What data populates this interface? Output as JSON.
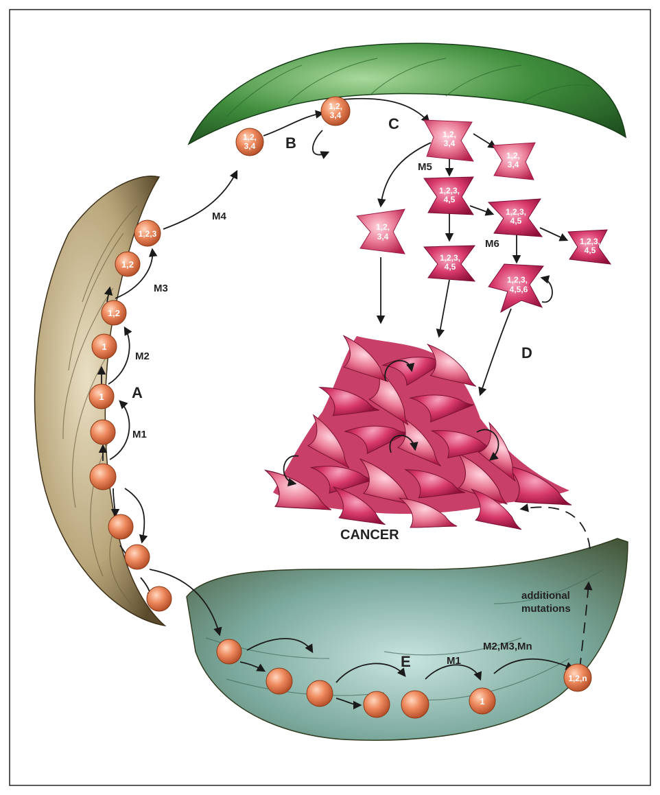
{
  "panels": {
    "a": "A",
    "b": "B",
    "c": "C",
    "d": "D",
    "e": "E"
  },
  "mutations": {
    "m1_left": "M1",
    "m2": "M2",
    "m3": "M3",
    "m4": "M4",
    "m5": "M5",
    "m6": "M6",
    "m1_bottom": "M1",
    "m_multi": "M2,M3,Mn"
  },
  "additional": {
    "line1": "additional",
    "line2": "mutations"
  },
  "cancer_label": "CANCER",
  "cells": {
    "left_1": "1",
    "left_2": "1",
    "left_3": "1,2",
    "left_4": "1,2",
    "left_5": "1,2,3",
    "green_a": [
      "1,2,",
      "3,4"
    ],
    "green_b": [
      "1,2,",
      "3,4"
    ],
    "c_top": [
      "1,2,",
      "3,4"
    ],
    "c_right": [
      "1,2,",
      "3,4"
    ],
    "c_left": [
      "1,2,",
      "3,4"
    ],
    "m5_a": [
      "1,2,3,",
      "4,5"
    ],
    "m5_b": [
      "1,2,3,",
      "4,5"
    ],
    "m5_c": [
      "1,2,3,",
      "4,5"
    ],
    "m5_d": [
      "1,2,3,",
      "4,5"
    ],
    "m6": [
      "1,2,3,",
      "4,5,6"
    ],
    "bottom_1": "1",
    "bottom_n": "1,2,n"
  },
  "colors": {
    "epithelium_left": "#a89a74",
    "epithelium_top": "#3f8d3c",
    "epithelium_bottom": "#5e8c82",
    "stem_cell": "#e57a52",
    "tumor_cell": "#d9426d",
    "arrow": "#1a1a1a"
  }
}
